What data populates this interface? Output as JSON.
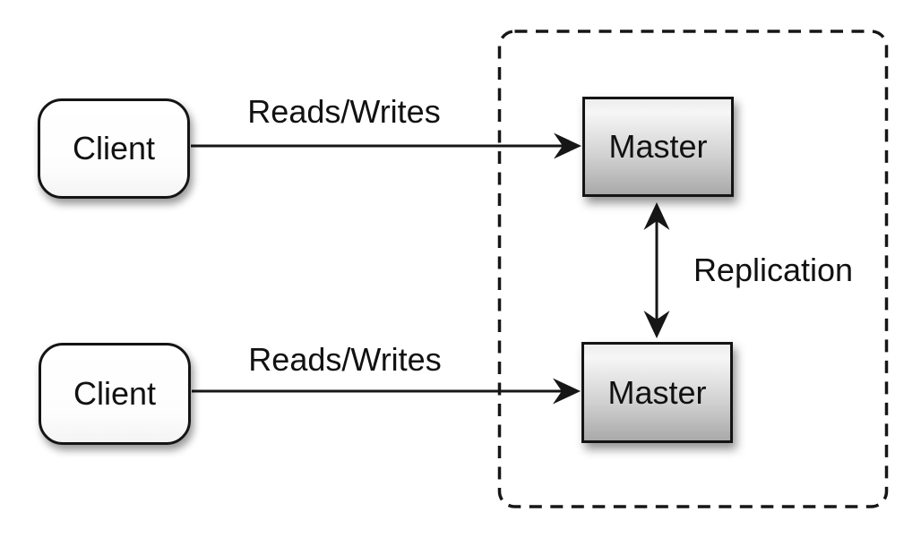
{
  "diagram": {
    "clients": [
      {
        "label": "Client"
      },
      {
        "label": "Client"
      }
    ],
    "masters": [
      {
        "label": "Master"
      },
      {
        "label": "Master"
      }
    ],
    "cluster": {
      "style": "dashed-rounded-rectangle",
      "contains": [
        "Master",
        "Master"
      ]
    },
    "edges": [
      {
        "label": "Reads/Writes",
        "from": "client-top",
        "to": "master-top",
        "direction": "one-way"
      },
      {
        "label": "Reads/Writes",
        "from": "client-bottom",
        "to": "master-bottom",
        "direction": "one-way"
      },
      {
        "label": "Replication",
        "from": "master-top",
        "to": "master-bottom",
        "direction": "two-way"
      }
    ],
    "colors": {
      "background": "#ffffff",
      "stroke": "#161616",
      "text": "#111111",
      "client_fill": "#ffffff",
      "master_fill_light": "#f6f6f6",
      "master_fill_dark": "#a9a9a9"
    }
  }
}
